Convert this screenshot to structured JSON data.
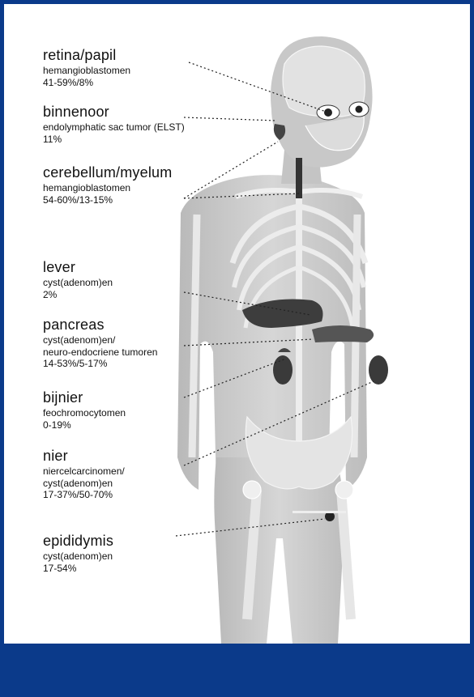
{
  "colors": {
    "frame": "#0b3a8a",
    "band": "#0b3a8a",
    "body": "#c9c9c9",
    "skeleton": "#e9e9e9",
    "organs": "#3a3a3a",
    "leader": "#222222"
  },
  "labels": [
    {
      "id": "retina",
      "organ": "retina/papil",
      "condition": "hemangioblastomen",
      "pct": "41-59%/8%"
    },
    {
      "id": "binnenoor",
      "organ": "binnenoor",
      "condition": "endolymphatic sac tumor (ELST)",
      "pct": "11%"
    },
    {
      "id": "cerebellum",
      "organ": "cerebellum/myelum",
      "condition": "hemangioblastomen",
      "pct": "54-60%/13-15%"
    },
    {
      "id": "lever",
      "organ": "lever",
      "condition": "cyst(adenom)en",
      "pct": "2%"
    },
    {
      "id": "pancreas",
      "organ": "pancreas",
      "condition": "cyst(adenom)en/",
      "condition2": "neuro-endocriene tumoren",
      "pct": "14-53%/5-17%"
    },
    {
      "id": "bijnier",
      "organ": "bijnier",
      "condition": "feochromocytomen",
      "pct": "0-19%"
    },
    {
      "id": "nier",
      "organ": "nier",
      "condition": "niercelcarcinomen/",
      "condition2": "cyst(adenom)en",
      "pct": "17-37%/50-70%"
    },
    {
      "id": "epididymis",
      "organ": "epididymis",
      "condition": "cyst(adenom)en",
      "pct": "17-54%"
    }
  ]
}
